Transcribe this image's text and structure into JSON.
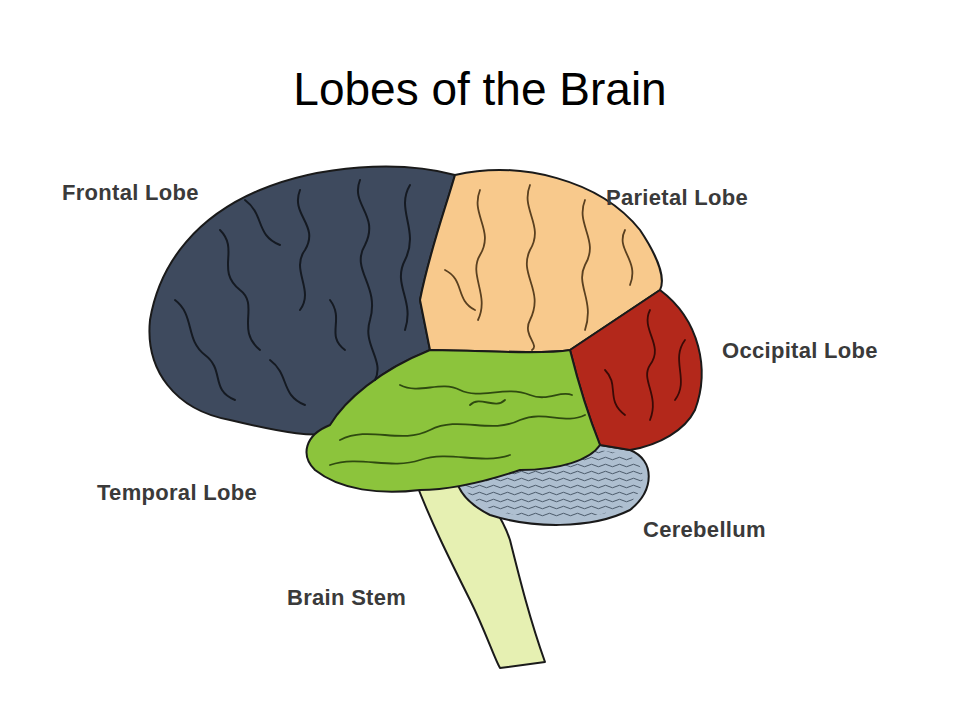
{
  "diagram": {
    "title": "Lobes of the Brain",
    "labels": [
      "Frontal Lobe",
      "Parietal Lobe",
      "Occipital Lobe",
      "Temporal Lobe",
      "Cerebellum",
      "Brain Stem"
    ]
  }
}
